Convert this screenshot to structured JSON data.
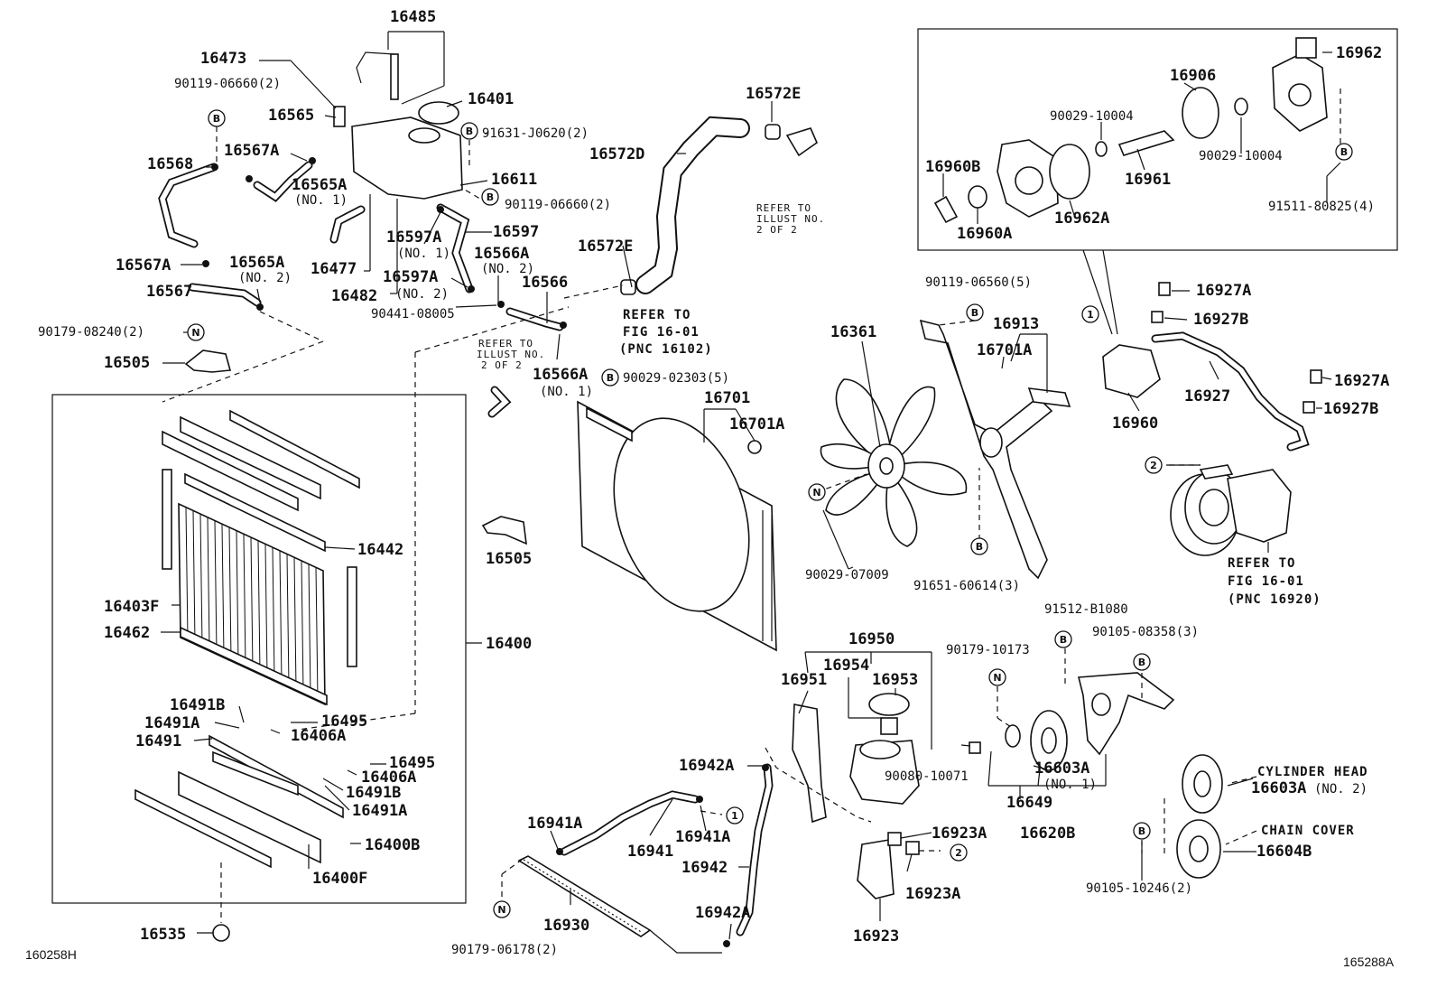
{
  "labels": {
    "p16485": "16485",
    "p16473": "16473",
    "p90119_06660_a": "90119-06660(2)",
    "p16401": "16401",
    "p16565": "16565",
    "p91631": "91631-J0620(2)",
    "p16567A_top": "16567A",
    "p16568": "16568",
    "p16565A_1": "16565A",
    "no1_a": "(NO. 1)",
    "p16611": "16611",
    "p90119_06660_b": "90119-06660(2)",
    "p16597": "16597",
    "p16597A_1": "16597A",
    "no1_b": "(NO. 1)",
    "p16566A_2": "16566A",
    "no2_a": "(NO. 2)",
    "p16567A_bot": "16567A",
    "p16565A_2": "16565A",
    "no2_b": "(NO. 2)",
    "p16477": "16477",
    "p16597A_2": "16597A",
    "no2_c": "(NO. 2)",
    "p16567": "16567",
    "p16482": "16482",
    "p90441": "90441-08005",
    "p16566": "16566",
    "p90179_08240": "90179-08240(2)",
    "p16505_a": "16505",
    "p16566A_1": "16566A",
    "no1_c": "(NO. 1)",
    "p90029_02303": "90029-02303(5)",
    "p16572E_top": "16572E",
    "p16572D": "16572D",
    "p16572E_bot": "16572E",
    "p16701": "16701",
    "p16701A_a": "16701A",
    "p16442": "16442",
    "p16505_b": "16505",
    "p16403F": "16403F",
    "p16462": "16462",
    "p16400": "16400",
    "p16491B_a": "16491B",
    "p16491A_a": "16491A",
    "p16495_a": "16495",
    "p16491": "16491",
    "p16406A_a": "16406A",
    "p16495_b": "16495",
    "p16406A_b": "16406A",
    "p16491B_b": "16491B",
    "p16491A_b": "16491A",
    "p16400B": "16400B",
    "p16400F": "16400F",
    "p16535": "16535",
    "p16962": "16962",
    "p16906": "16906",
    "p90029_10004_a": "90029-10004",
    "p90029_10004_b": "90029-10004",
    "p16960B": "16960B",
    "p16961": "16961",
    "p16962A": "16962A",
    "p16960A": "16960A",
    "p91511": "91511-80825(4)",
    "p90119_06560": "90119-06560(5)",
    "p16361": "16361",
    "p16913": "16913",
    "p16701A_b": "16701A",
    "p16927A_a": "16927A",
    "p16927B_a": "16927B",
    "p16927": "16927",
    "p16927A_b": "16927A",
    "p16927B_b": "16927B",
    "p16960": "16960",
    "p90029_07009": "90029-07009",
    "p91651": "91651-60614(3)",
    "p91512": "91512-B1080",
    "p90105_08358": "90105-08358(3)",
    "p16950": "16950",
    "p16954": "16954",
    "p16953": "16953",
    "p16951": "16951",
    "p90179_10173": "90179-10173",
    "p16942A_a": "16942A",
    "p16941A_a": "16941A",
    "p16941A_b": "16941A",
    "p16941": "16941",
    "p16942": "16942",
    "p16930": "16930",
    "p16942A_b": "16942A",
    "p90179_06178": "90179-06178(2)",
    "p90080": "90080-10071",
    "p16603A_1": "16603A",
    "no1_d": "(NO. 1)",
    "p16649": "16649",
    "p16620B": "16620B",
    "p16923A_a": "16923A",
    "p16923A_b": "16923A",
    "p16923": "16923",
    "p16603A_2": "16603A",
    "no2_d": "(NO. 2)",
    "cyl_head": "CYLINDER HEAD",
    "chain_cover": "CHAIN COVER",
    "p16604B": "16604B",
    "p90105_10246": "90105-10246(2)"
  },
  "refs": {
    "refer_to": "REFER TO",
    "fig_16_01": "FIG 16-01",
    "pnc_16102": "(PNC 16102)",
    "pnc_16920": "(PNC 16920)",
    "illust": "ILLUST NO.",
    "two_of_two": "2 OF 2"
  },
  "markers": {
    "b": "B",
    "n": "N",
    "one": "1",
    "two": "2"
  },
  "footer": {
    "left_code": "160258H",
    "right_code": "165288A"
  }
}
